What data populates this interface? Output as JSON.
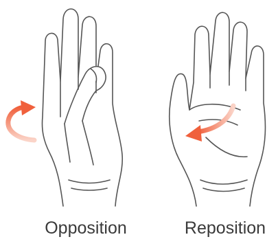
{
  "panels": [
    {
      "label": "Opposition",
      "illustration": "hand-thumb-across-palm",
      "arrow_icon": "curved-arrow-icon",
      "arrow_color": "#f0603c"
    },
    {
      "label": "Reposition",
      "illustration": "open-palm-hand",
      "arrow_icon": "curved-arrow-icon",
      "arrow_color": "#f0603c"
    }
  ],
  "colors": {
    "outline": "#555555",
    "arrow": "#f0603c",
    "arrow_fade": "#fbd4c8",
    "background": "#ffffff",
    "caption": "#3a3a3a"
  }
}
